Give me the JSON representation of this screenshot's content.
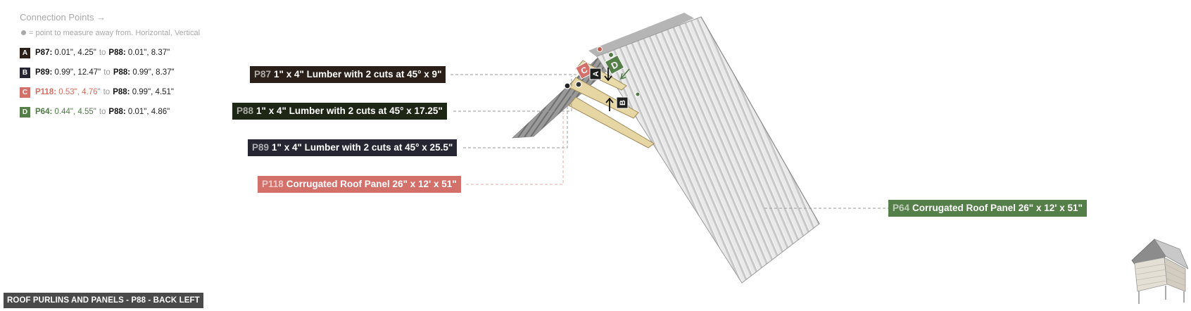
{
  "legend": {
    "title": "Connection Points →",
    "note": "= point to measure away from. Horizontal, Vertical",
    "rows": [
      {
        "letter": "A",
        "color": "#2b2019",
        "from_part": "P87:",
        "from_val": "0.01\", 4.25\"",
        "to": "to",
        "to_part": "P88:",
        "to_val": "0.01\", 8.37\""
      },
      {
        "letter": "B",
        "color": "#262633",
        "from_part": "P89:",
        "from_val": "0.99\", 12.47\"",
        "to": "to",
        "to_part": "P88:",
        "to_val": "0.99\", 8.37\""
      },
      {
        "letter": "C",
        "color": "#d4706a",
        "from_part": "P118:",
        "from_val": "0.53\", 4.76\"",
        "to": "to",
        "to_part": "P88:",
        "to_val": "0.99\", 4.51\""
      },
      {
        "letter": "D",
        "color": "#557f49",
        "from_part": "P64:",
        "from_val": "0.44\", 4.55\"",
        "to": "to",
        "to_part": "P88:",
        "to_val": "0.01\", 4.86\""
      }
    ]
  },
  "parts": {
    "p87": {
      "id": "P87",
      "desc": "1\" x 4\" Lumber with 2 cuts at 45° x 9\"",
      "color": "#2b2019"
    },
    "p88": {
      "id": "P88",
      "desc": "1\" x 4\" Lumber with 2 cuts at 45° x 17.25\"",
      "color": "#1e2615"
    },
    "p89": {
      "id": "P89",
      "desc": "1\" x 4\" Lumber with 2 cuts at 45° x 25.5\"",
      "color": "#262633"
    },
    "p118": {
      "id": "P118",
      "desc": "Corrugated Roof Panel 26\" x 12' x 51\"",
      "color": "#d4706a"
    },
    "p64": {
      "id": "P64",
      "desc": "Corrugated Roof Panel 26\" x 12' x 51\"",
      "color": "#557f49"
    }
  },
  "markers": {
    "a": "A",
    "b": "B",
    "c": "C",
    "d": "D"
  },
  "footer": {
    "title": "ROOF PURLINS AND PANELS - P88 - BACK LEFT"
  }
}
